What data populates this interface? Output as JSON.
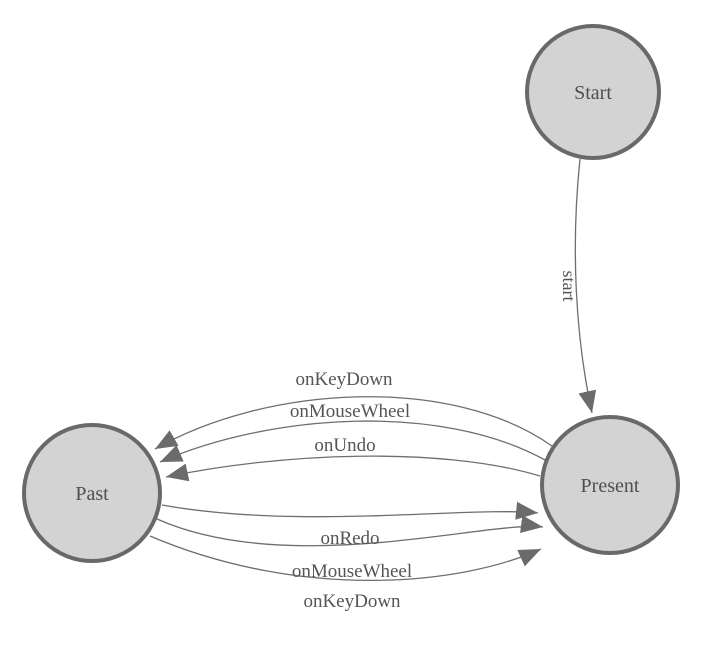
{
  "diagram": {
    "kind": "state-machine",
    "background_color": "#ffffff",
    "node_fill_color": "#d3d3d3",
    "node_border_color": "#696969",
    "edge_color": "#6e6e6e",
    "text_color": "#4f4f4f",
    "nodes": [
      {
        "id": "start",
        "label": "Start"
      },
      {
        "id": "present",
        "label": "Present"
      },
      {
        "id": "past",
        "label": "Past"
      }
    ],
    "edges": [
      {
        "from": "start",
        "to": "present",
        "label": "start"
      },
      {
        "from": "present",
        "to": "past",
        "label": "onKeyDown"
      },
      {
        "from": "present",
        "to": "past",
        "label": "onMouseWheel"
      },
      {
        "from": "present",
        "to": "past",
        "label": "onUndo"
      },
      {
        "from": "past",
        "to": "present",
        "label": "onRedo"
      },
      {
        "from": "past",
        "to": "present",
        "label": "onMouseWheel"
      },
      {
        "from": "past",
        "to": "present",
        "label": "onKeyDown"
      }
    ]
  }
}
